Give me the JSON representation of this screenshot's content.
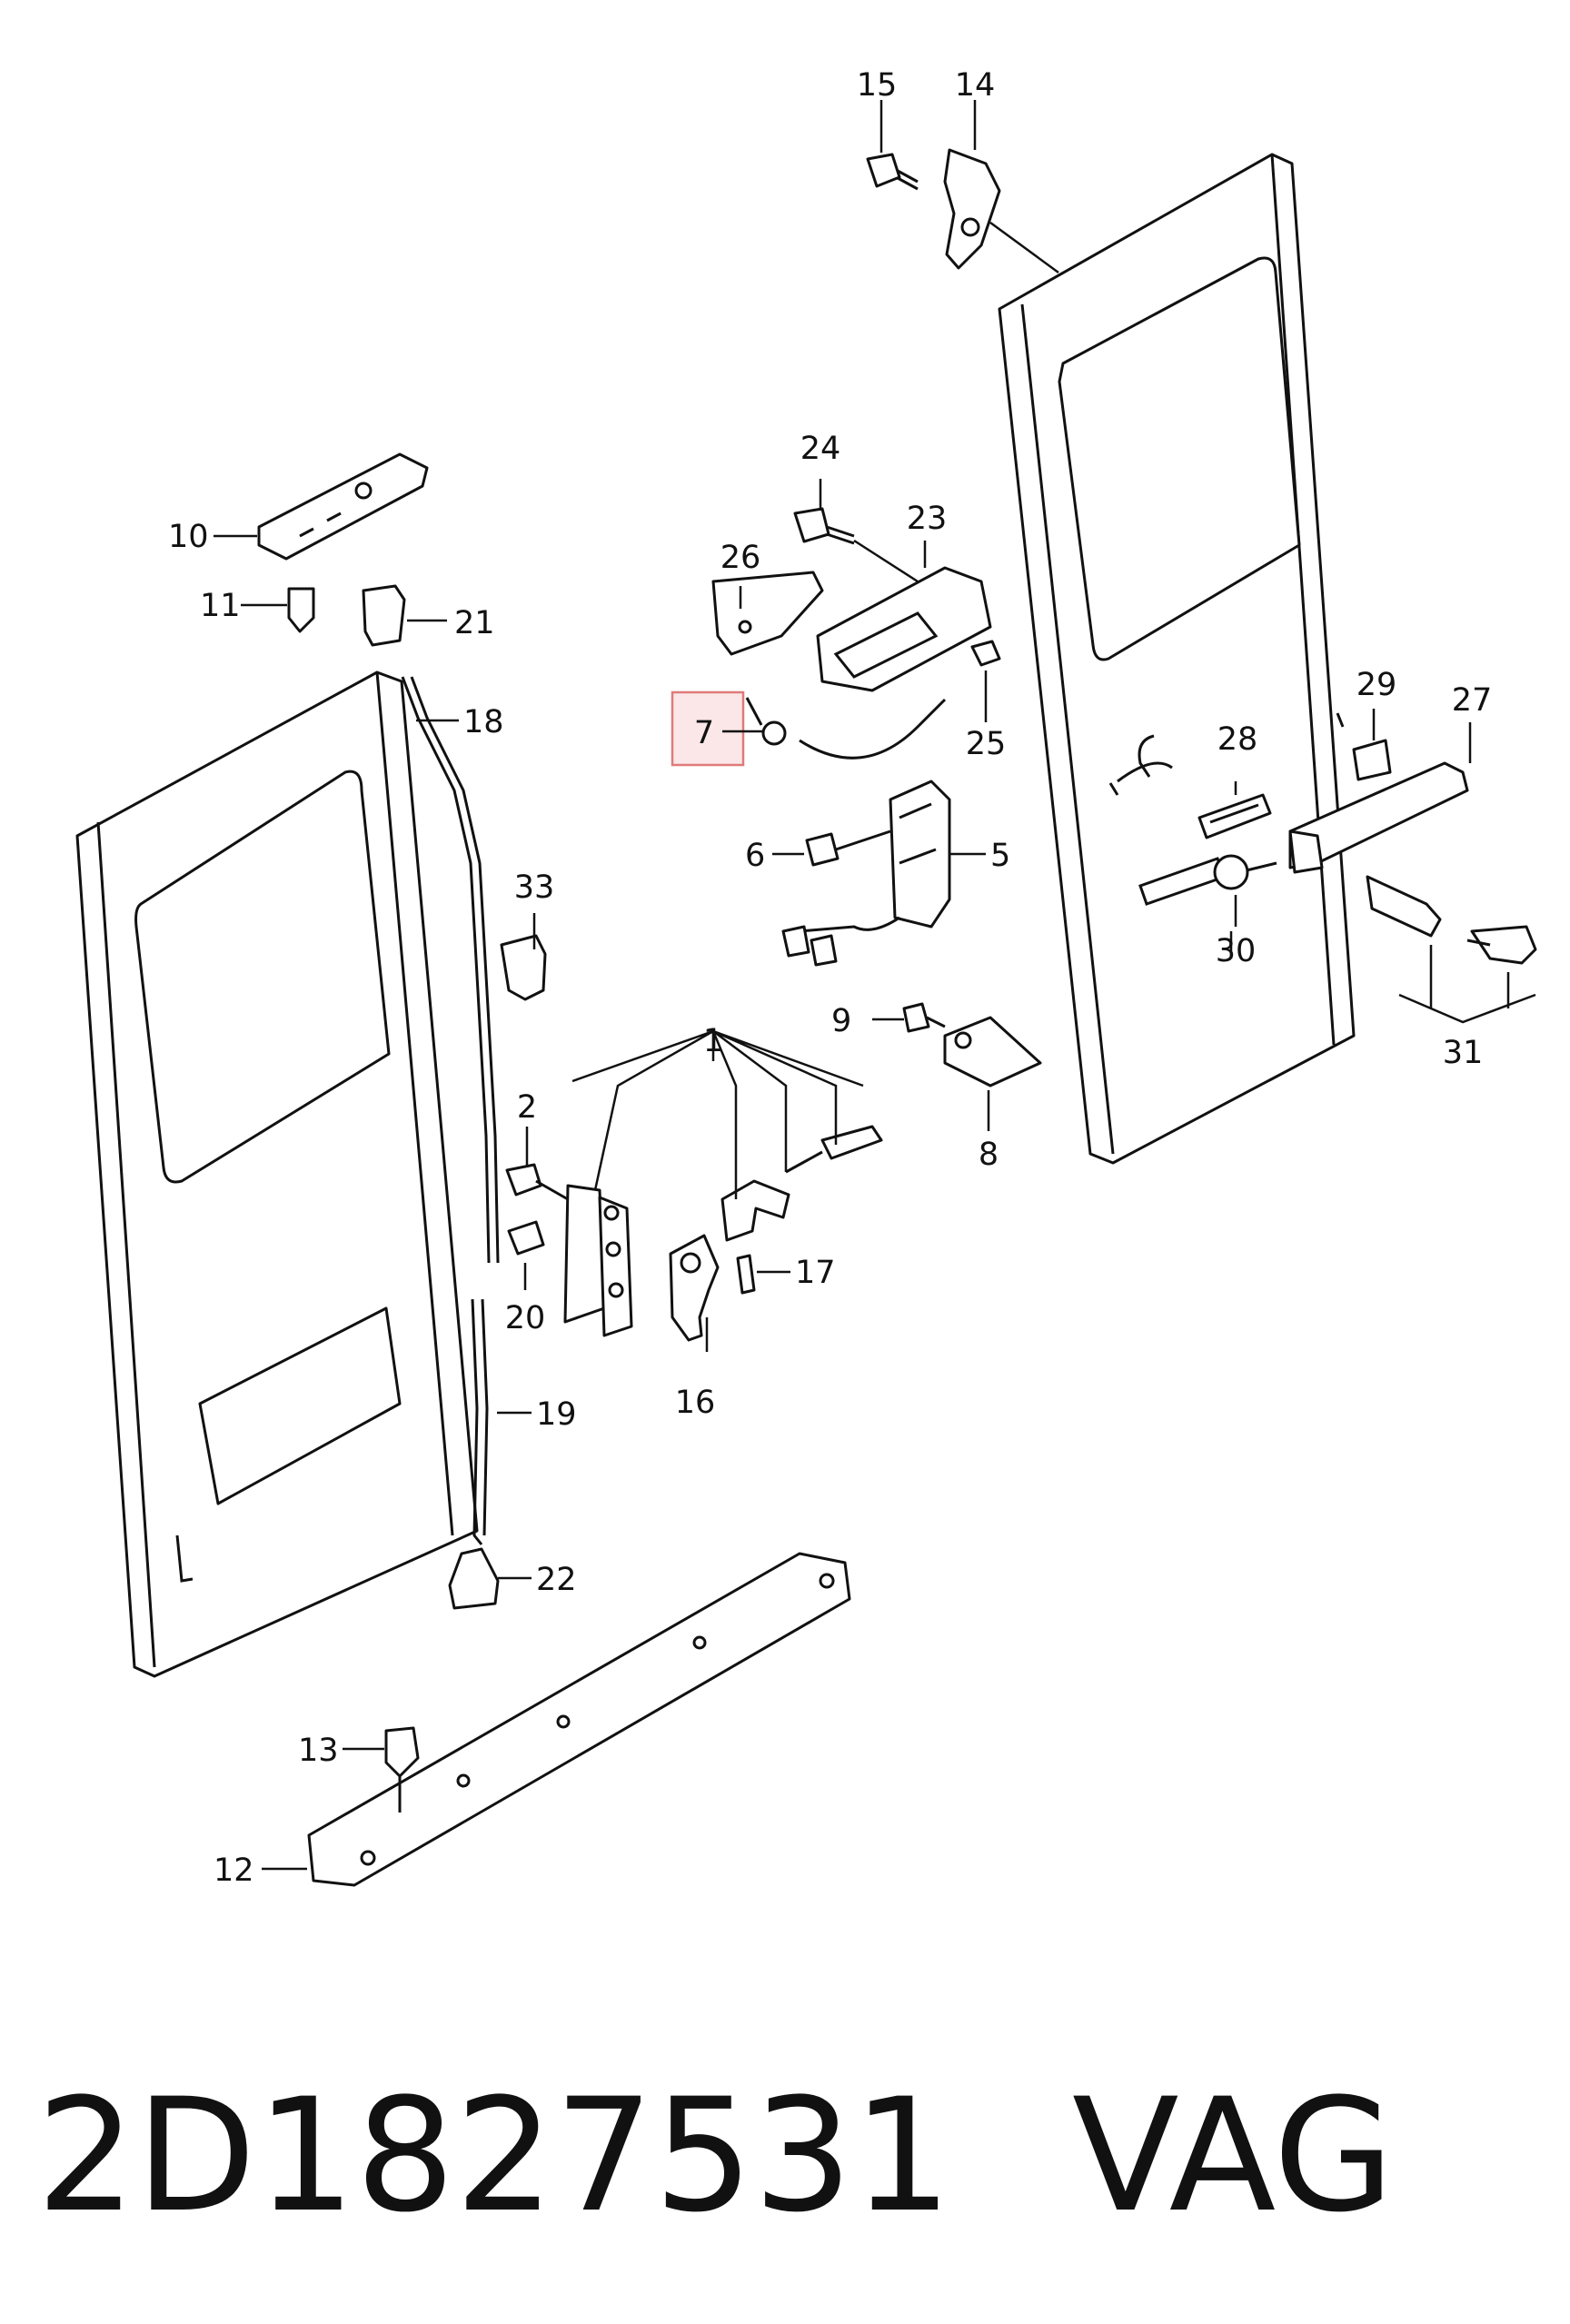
{
  "labels": {
    "l1": "1",
    "l2": "2",
    "l5": "5",
    "l6": "6",
    "l7": "7",
    "l8": "8",
    "l9": "9",
    "l10": "10",
    "l11": "11",
    "l12": "12",
    "l13": "13",
    "l14": "14",
    "l15": "15",
    "l16": "16",
    "l17": "17",
    "l18": "18",
    "l19": "19",
    "l20": "20",
    "l21": "21",
    "l22": "22",
    "l23": "23",
    "l24": "24",
    "l25": "25",
    "l26": "26",
    "l27": "27",
    "l28": "28",
    "l29": "29",
    "l30": "30",
    "l31": "31",
    "l33": "33"
  },
  "highlighted_callout": "7",
  "footer": {
    "part_number": "2D1827531",
    "brand": "VAG"
  }
}
